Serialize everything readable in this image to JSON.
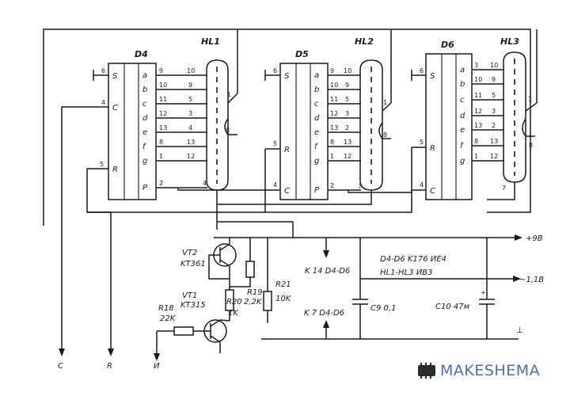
{
  "chips": [
    {
      "name": "D4",
      "left_pins": [
        "6",
        "4",
        "5"
      ],
      "left_labels": [
        "S",
        "C",
        "R"
      ],
      "right_pins": [
        "9",
        "10",
        "11",
        "12",
        "13",
        "8",
        "1",
        "2"
      ],
      "right_labels": [
        "a",
        "b",
        "c",
        "d",
        "e",
        "f",
        "g",
        "P"
      ]
    },
    {
      "name": "D5",
      "left_pins": [
        "6",
        "5",
        "4"
      ],
      "left_labels": [
        "S",
        "R",
        "C"
      ],
      "right_pins": [
        "9",
        "10",
        "11",
        "12",
        "13",
        "8",
        "1",
        "2"
      ],
      "right_labels": [
        "a",
        "b",
        "c",
        "d",
        "e",
        "f",
        "g",
        "P"
      ]
    },
    {
      "name": "D6",
      "left_pins": [
        "6",
        "5",
        "4"
      ],
      "left_labels": [
        "S",
        "R",
        "C"
      ],
      "right_pins": [
        "3",
        "10",
        "11",
        "12",
        "13",
        "8",
        "1"
      ],
      "right_labels": [
        "a",
        "b",
        "c",
        "d",
        "e",
        "f",
        "g"
      ]
    }
  ],
  "indicators": [
    {
      "name": "HL1",
      "seg_pins": [
        "10",
        "9",
        "5",
        "3",
        "4",
        "13",
        "12"
      ],
      "anode_pin": "1",
      "grid_pin": "8",
      "p_pin": "4"
    },
    {
      "name": "HL2",
      "seg_pins": [
        "10",
        "9",
        "5",
        "3",
        "2",
        "13",
        "12"
      ],
      "anode_pin": "1",
      "grid_pin": "8",
      "p_pin": "7"
    },
    {
      "name": "HL3",
      "seg_pins": [
        "10",
        "9",
        "5",
        "3",
        "2",
        "13",
        "12"
      ],
      "anode_pin": "1",
      "grid_pin": "8",
      "p_pin": "7"
    }
  ],
  "components": {
    "vt2": "VT2",
    "vt2_type": "KT361",
    "vt1": "VT1",
    "vt1_type": "KT315",
    "r18": "R18",
    "r18_val": "22K",
    "r19": "R19",
    "r19_val": "2,2K",
    "r20": "R20",
    "r20_val": "1K",
    "r21": "R21",
    "r21_val": "10K",
    "c9": "C9 0,1",
    "c10": "C10 47м"
  },
  "notes": {
    "pin14": "K 14 D4-D6",
    "pin7": "K 7 D4-D6",
    "chips_type": "D4-D6 K176 ИЕ4",
    "ind_type": "HL1-HL3 ИВ3"
  },
  "rails": {
    "v9": "+9B",
    "v11": "~1,1B",
    "gnd": "⊥"
  },
  "inputs": {
    "c": "C",
    "r": "R",
    "i": "И"
  },
  "watermark": {
    "text_highlight": "MAKE",
    "text_rest": "SHEMA",
    "color": "#4a6fb5"
  }
}
